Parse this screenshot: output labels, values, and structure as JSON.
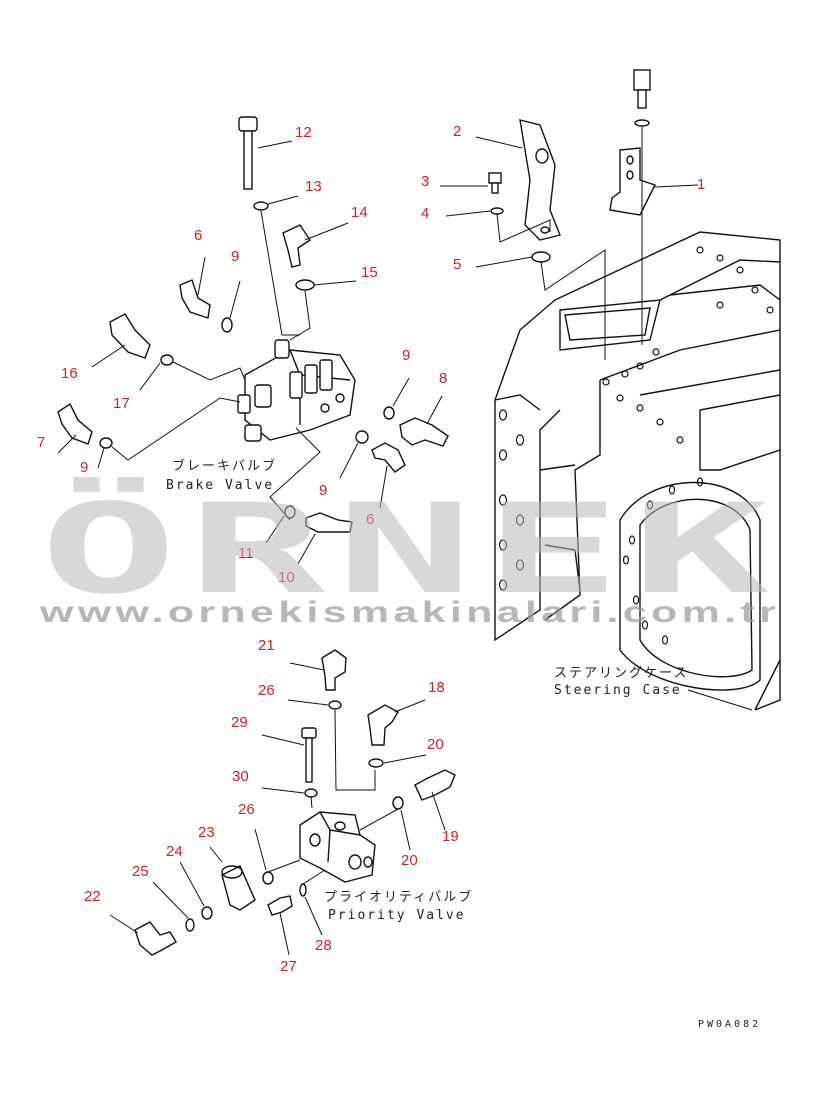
{
  "labels": {
    "brake_valve_jp": "ブレーキバルブ",
    "brake_valve_en": "Brake Valve",
    "steering_case_jp": "ステアリングケース",
    "steering_case_en": "Steering Case",
    "priority_valve_jp": "プライオリティバルブ",
    "priority_valve_en": "Priority Valve",
    "drawing_code": "PW0A082"
  },
  "watermark": {
    "brand": "ÖRNEK",
    "url": "www.ornekismakinalari.com.tr"
  },
  "part_numbers": {
    "p1": "1",
    "p2": "2",
    "p3": "3",
    "p4": "4",
    "p5": "5",
    "p6a": "6",
    "p6b": "6",
    "p7": "7",
    "p8": "8",
    "p9a": "9",
    "p9b": "9",
    "p9c": "9",
    "p9d": "9",
    "p10": "10",
    "p11": "11",
    "p12": "12",
    "p13": "13",
    "p14": "14",
    "p15": "15",
    "p16": "16",
    "p17": "17",
    "p18": "18",
    "p19": "19",
    "p20a": "20",
    "p20b": "20",
    "p21": "21",
    "p22": "22",
    "p23": "23",
    "p24": "24",
    "p25": "25",
    "p26a": "26",
    "p26b": "26",
    "p27": "27",
    "p28": "28",
    "p29": "29",
    "p30": "30"
  },
  "colors": {
    "callout": "#d21f1f",
    "line": "#111111",
    "watermark": "#b9b9b9"
  }
}
